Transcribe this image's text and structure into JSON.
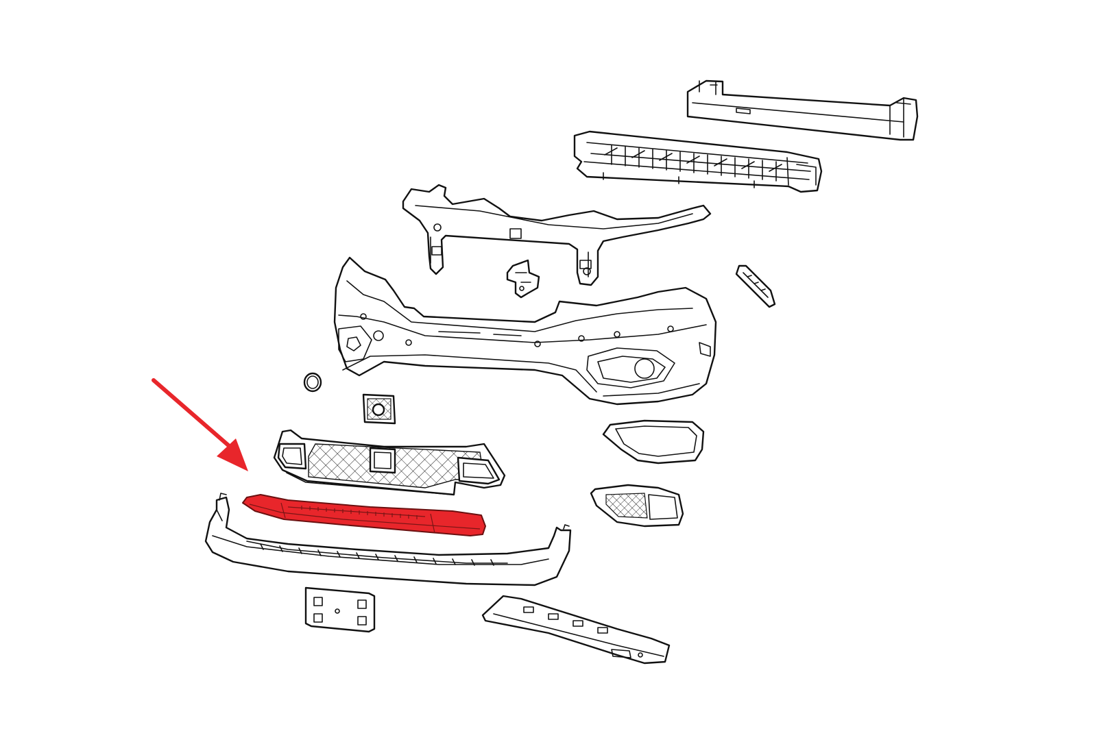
{
  "diagram": {
    "highlight_color": "#e8262b",
    "line_color": "#111111",
    "background_color": "#ffffff",
    "highlighted_part": "lower-grille-trim-strip",
    "pointer_icon": "red-arrow-icon",
    "parts": [
      "reinforcement-beam",
      "energy-absorber",
      "upper-support-bracket",
      "center-mount-bracket",
      "side-bracket-strip",
      "bumper-fascia",
      "sensor-ring",
      "camera-mount-bracket",
      "fog-lamp-bezel",
      "lower-grille",
      "lower-grille-trim-strip",
      "fog-lamp-grille",
      "lower-fascia",
      "license-plate-bracket",
      "skid-plate"
    ]
  }
}
